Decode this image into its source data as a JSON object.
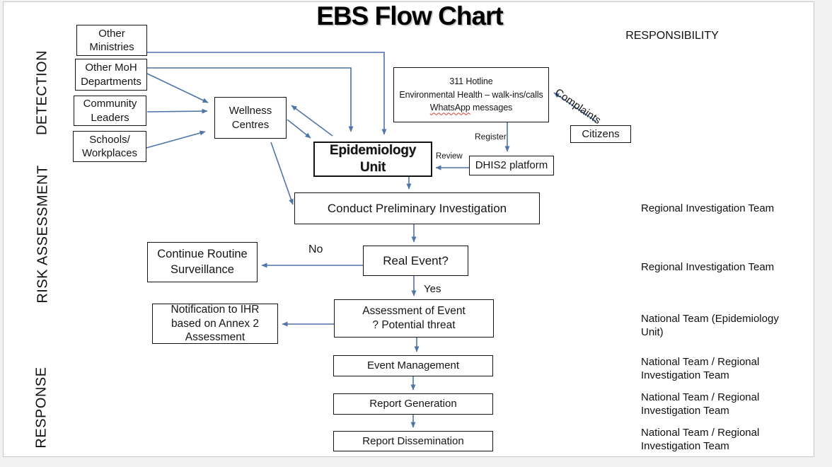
{
  "title": "EBS Flow Chart",
  "responsibility_header": "RESPONSIBILITY",
  "phases": {
    "detection": "DETECTION",
    "risk": "RISK ASSESSMENT",
    "response": "RESPONSE"
  },
  "nodes": {
    "other_ministries": "Other\nMinistries",
    "other_moh": "Other MoH\nDepartments",
    "community_leaders": "Community\nLeaders",
    "schools_workplaces": "Schools/\nWorkplaces",
    "wellness_centres": "Wellness\nCentres",
    "epidemiology_unit": "Epidemiology\nUnit",
    "hotline_line1": "311 Hotline",
    "hotline_line2": "Environmental Health – walk-ins/calls",
    "hotline_line3_word": "WhatsApp",
    "hotline_line3_rest": " messages",
    "citizens": "Citizens",
    "dhis2": "DHIS2 platform",
    "conduct": "Conduct Preliminary Investigation",
    "continue_routine": "Continue Routine\nSurveillance",
    "real_event": "Real Event?",
    "assessment": "Assessment of Event\n? Potential threat",
    "notification": "Notification to IHR\nbased on Annex 2\nAssessment",
    "event_management": "Event Management",
    "report_generation": "Report Generation",
    "report_dissemination": "Report Dissemination"
  },
  "edge_labels": {
    "complaints": "Complaints",
    "register": "Register",
    "review": "Review",
    "no": "No",
    "yes": "Yes"
  },
  "responsibilities": [
    "Regional Investigation Team",
    "Regional Investigation Team",
    "National Team (Epidemiology Unit)",
    "National Team / Regional\nInvestigation Team",
    "National Team / Regional\nInvestigation Team",
    "National Team / Regional\nInvestigation Team"
  ],
  "colors": {
    "arrow": "#4e74a8",
    "box_border": "#131313",
    "spellcheck_underline": "#d23b2e"
  }
}
